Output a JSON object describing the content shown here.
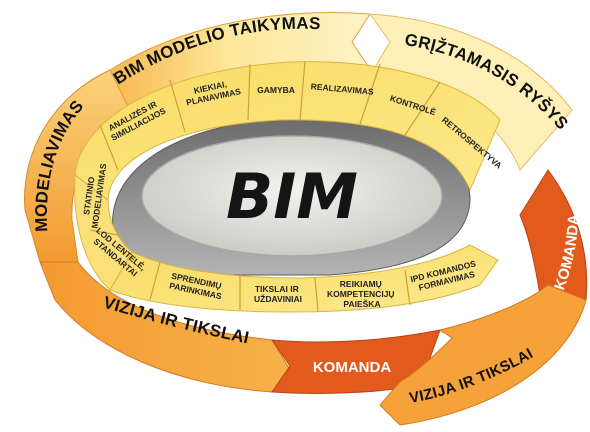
{
  "center": {
    "title": "BIM"
  },
  "outer_ring": {
    "bim_modelio_taikymas": "BIM MODELIO TAIKYMAS",
    "griztamasis_rysys": "GRĮŽTAMASIS RYŠYS",
    "modeliavimas": "MODELIAVIMAS",
    "vizija_ir_tikslai_left": "VIZIJA IR TIKSLAI",
    "komanda_bottom": "KOMANDA",
    "vizija_ir_tikslai_right": "VIZIJA IR TIKSLAI",
    "komanda_right": "KOMANDA"
  },
  "inner_ring": {
    "analizes": [
      "ANALIZĖS IR",
      "SIMULIACIJOS"
    ],
    "kiekiai": [
      "KIEKIAI,",
      "PLANAVIMAS"
    ],
    "gamyba": [
      "GAMYBA"
    ],
    "realizavimas": [
      "REALIZAVIMAS"
    ],
    "kontrole": [
      "KONTROLĖ"
    ],
    "retrospektyva": [
      "RETROSPEKTYVA"
    ],
    "statinio": [
      "STATINIO",
      "MODELIAVIMAS"
    ],
    "lod": [
      "LOD LENTELĖ,",
      "STANDARTAI"
    ],
    "sprendimu": [
      "SPRENDIMŲ",
      "PARINKIMAS"
    ],
    "tikslai": [
      "TIKSLAI IR",
      "UŽDAVINIAI"
    ],
    "reikiamu": [
      "REIKIAMŲ",
      "KOMPETENCIJŲ",
      "PAIEŠKA"
    ],
    "ipd": [
      "IPD KOMANDOS",
      "FORMAVIMAS"
    ]
  },
  "colors": {
    "inner_yellow": "#fbe47a",
    "inner_yellow_light": "#fdf0b0",
    "outer_light": "#fde79a",
    "outer_mid": "#f9c25a",
    "outer_orange": "#f3922a",
    "outer_red": "#e25a1c",
    "inner_grey": "#8c8c8c",
    "center_grey": "#d7d7d2"
  }
}
